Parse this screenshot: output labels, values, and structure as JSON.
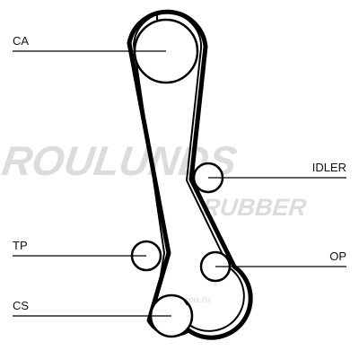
{
  "watermark": {
    "line1": "ROULUNDS",
    "line2": "RUBBER",
    "fine_print": "oreo.ru",
    "color": "#d9d9d9"
  },
  "labels": {
    "ca": "CA",
    "idler": "IDLER",
    "tp": "TP",
    "op": "OP",
    "cs": "CS"
  },
  "colors": {
    "belt": "#000000",
    "line": "#000000",
    "text": "#111111"
  }
}
